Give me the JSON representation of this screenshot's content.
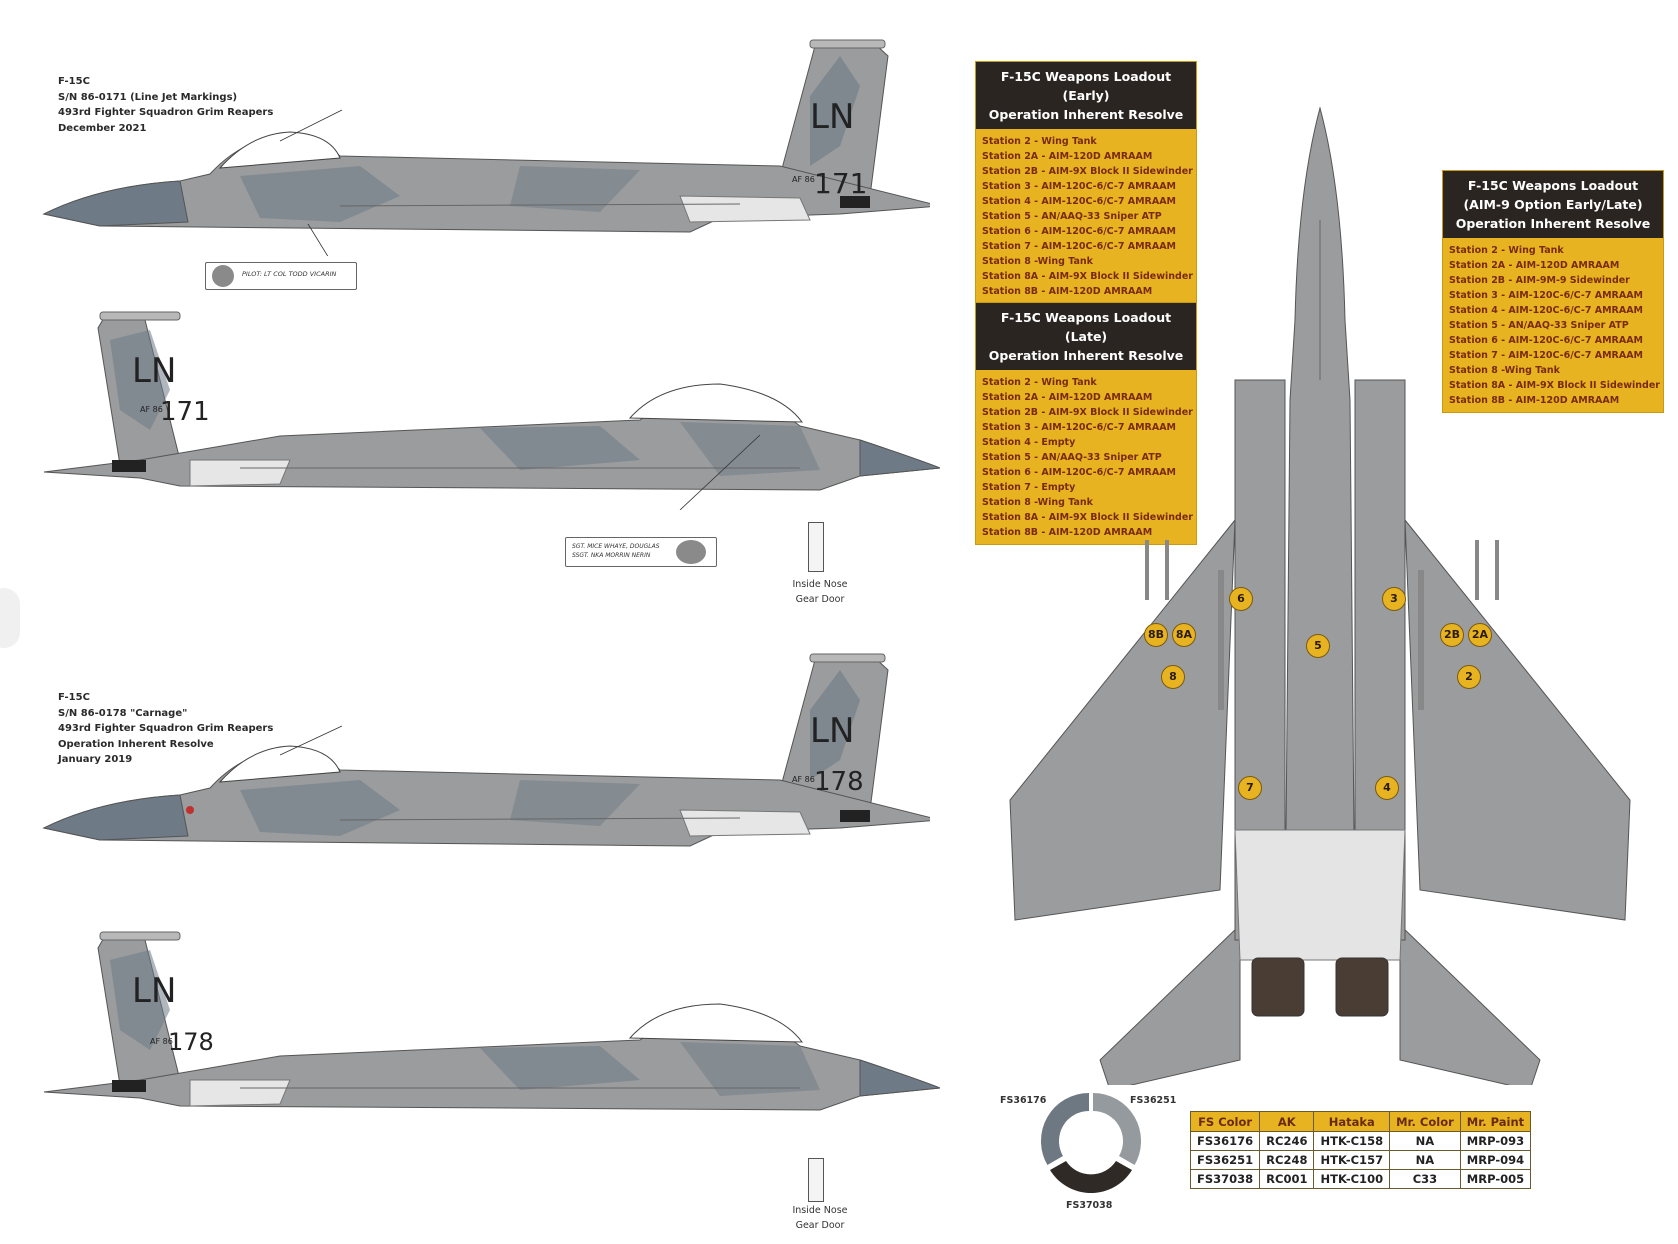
{
  "profile1": {
    "lines": [
      "F-15C",
      "S/N 86-0171 (Line Jet Markings)",
      "493rd Fighter Squadron Grim Reapers",
      "December 2021"
    ],
    "tail_code": "LN",
    "tail_small": "AF\n86",
    "tail_serial": "171",
    "callout": "PILOT: LT COL TODD VICARIN"
  },
  "profile2": {
    "tail_code": "LN",
    "tail_small": "AF\n86",
    "tail_serial": "171",
    "callout_lines": [
      "SGT. MICE WHAYE, DOUGLAS",
      "SSGT. NKA MORRIN NERIN"
    ]
  },
  "profile3": {
    "lines": [
      "F-15C",
      "S/N 86-0178 \"Carnage\"",
      "493rd Fighter Squadron Grim Reapers",
      "Operation Inherent Resolve",
      "January 2019"
    ],
    "tail_code": "LN",
    "tail_small": "AF\n86",
    "tail_serial": "178"
  },
  "profile4": {
    "tail_code": "LN",
    "tail_small": "AF\n86",
    "tail_serial": "178"
  },
  "gear_door_label_1": [
    "Inside Nose",
    "Gear Door"
  ],
  "gear_door_label_2": [
    "Inside Nose",
    "Gear Door"
  ],
  "loadout_early": {
    "title_lines": [
      "F-15C Weapons Loadout (Early)",
      "Operation Inherent Resolve"
    ],
    "items": [
      "Station 2 - Wing Tank",
      "Station 2A - AIM-120D AMRAAM",
      "Station 2B - AIM-9X Block II Sidewinder",
      "Station 3 - AIM-120C-6/C-7 AMRAAM",
      "Station 4 - AIM-120C-6/C-7 AMRAAM",
      "Station 5 - AN/AAQ-33 Sniper ATP",
      "Station 6 - AIM-120C-6/C-7 AMRAAM",
      "Station 7 - AIM-120C-6/C-7 AMRAAM",
      "Station 8 -Wing Tank",
      "Station 8A - AIM-9X Block II Sidewinder",
      "Station 8B - AIM-120D AMRAAM"
    ]
  },
  "loadout_late": {
    "title_lines": [
      "F-15C Weapons Loadout (Late)",
      "Operation Inherent Resolve"
    ],
    "items": [
      "Station 2 - Wing Tank",
      "Station 2A - AIM-120D AMRAAM",
      "Station 2B - AIM-9X Block II Sidewinder",
      "Station 3 - AIM-120C-6/C-7 AMRAAM",
      "Station 4 - Empty",
      "Station 5 - AN/AAQ-33 Sniper ATP",
      "Station 6 - AIM-120C-6/C-7 AMRAAM",
      "Station 7 - Empty",
      "Station 8 -Wing Tank",
      "Station 8A - AIM-9X Block II Sidewinder",
      "Station 8B - AIM-120D AMRAAM"
    ]
  },
  "loadout_aim9": {
    "title_lines": [
      "F-15C Weapons Loadout",
      "(AIM-9 Option Early/Late)",
      "Operation Inherent Resolve"
    ],
    "items": [
      "Station 2 - Wing Tank",
      "Station 2A - AIM-120D AMRAAM",
      "Station 2B - AIM-9M-9 Sidewinder",
      "Station 3 - AIM-120C-6/C-7 AMRAAM",
      "Station 4 - AIM-120C-6/C-7 AMRAAM",
      "Station 5 - AN/AAQ-33 Sniper ATP",
      "Station 6 - AIM-120C-6/C-7 AMRAAM",
      "Station 7 - AIM-120C-6/C-7 AMRAAM",
      "Station 8 -Wing Tank",
      "Station 8A - AIM-9X Block II Sidewinder",
      "Station 8B - AIM-120D AMRAAM"
    ]
  },
  "stations": [
    "6",
    "3",
    "8B",
    "8A",
    "5",
    "2B",
    "2A",
    "8",
    "2",
    "7",
    "4"
  ],
  "swatches": {
    "labels": [
      "FS36176",
      "FS36251",
      "FS37038"
    ],
    "colors": [
      "#6e7882",
      "#959a9e",
      "#2f2a26"
    ]
  },
  "paint_table": {
    "headers": [
      "FS Color",
      "AK",
      "Hataka",
      "Mr. Color",
      "Mr. Paint"
    ],
    "rows": [
      [
        "FS36176",
        "RC246",
        "HTK-C158",
        "NA",
        "MRP-093"
      ],
      [
        "FS36251",
        "RC248",
        "HTK-C157",
        "NA",
        "MRP-094"
      ],
      [
        "FS37038",
        "RC001",
        "HTK-C100",
        "C33",
        "MRP-005"
      ]
    ]
  },
  "colors": {
    "gray_light": "#9a9c9d",
    "gray_dark": "#6e7a86",
    "accent": "#e8b321",
    "header_dark": "#2b2522"
  }
}
